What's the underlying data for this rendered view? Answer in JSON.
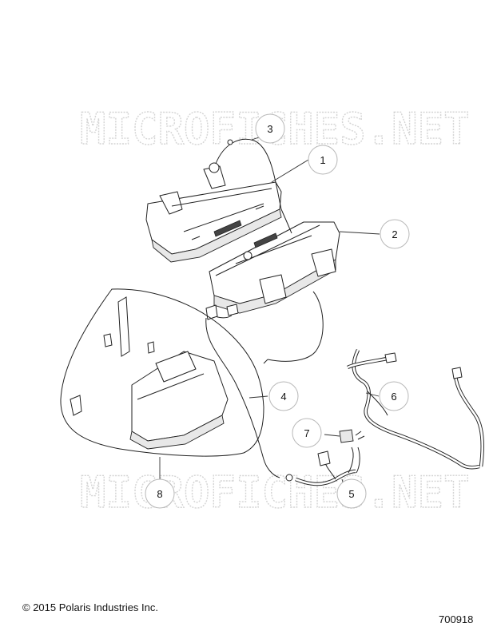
{
  "watermark": {
    "text_top": "MICROFICHES.NET",
    "text_bottom": "MICROFICHES.NET"
  },
  "callouts": [
    "1",
    "2",
    "3",
    "4",
    "5",
    "6",
    "7",
    "8"
  ],
  "footer": {
    "copyright": "© 2015 Polaris Industries Inc.",
    "figure_number": "700918"
  }
}
